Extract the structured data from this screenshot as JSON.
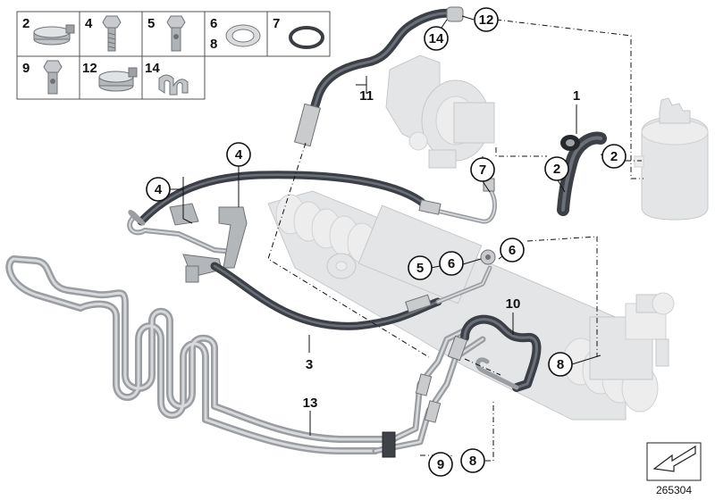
{
  "legend": {
    "cells": [
      {
        "labels": [
          "2"
        ],
        "icon": "hose-clamp-icon"
      },
      {
        "labels": [
          "4"
        ],
        "icon": "hex-bolt-icon"
      },
      {
        "labels": [
          "5"
        ],
        "icon": "banjo-bolt-icon"
      },
      {
        "labels": [
          "6",
          "8"
        ],
        "icon": "sealing-ring-icon"
      },
      {
        "labels": [
          "7"
        ],
        "icon": "o-ring-icon"
      },
      {
        "labels": [
          "9"
        ],
        "icon": "banjo-bolt-icon"
      },
      {
        "labels": [
          "12"
        ],
        "icon": "hose-clamp-icon"
      },
      {
        "labels": [
          "14"
        ],
        "icon": "hose-clip-icon"
      }
    ]
  },
  "callouts": {
    "c1": "1",
    "c2a": "2",
    "c2b": "2",
    "c3": "3",
    "c4a": "4",
    "c4b": "4",
    "c5": "5",
    "c6a": "6",
    "c6b": "6",
    "c7": "7",
    "c8a": "8",
    "c8b": "8",
    "c9": "9",
    "c10": "10",
    "c11": "11",
    "c12": "12",
    "c13": "13",
    "c14": "14"
  },
  "diagram_id": "265304",
  "colors": {
    "hose": "#3c4046",
    "pipe": "#9a9da1",
    "ghost_part": "#e4e5e6"
  }
}
